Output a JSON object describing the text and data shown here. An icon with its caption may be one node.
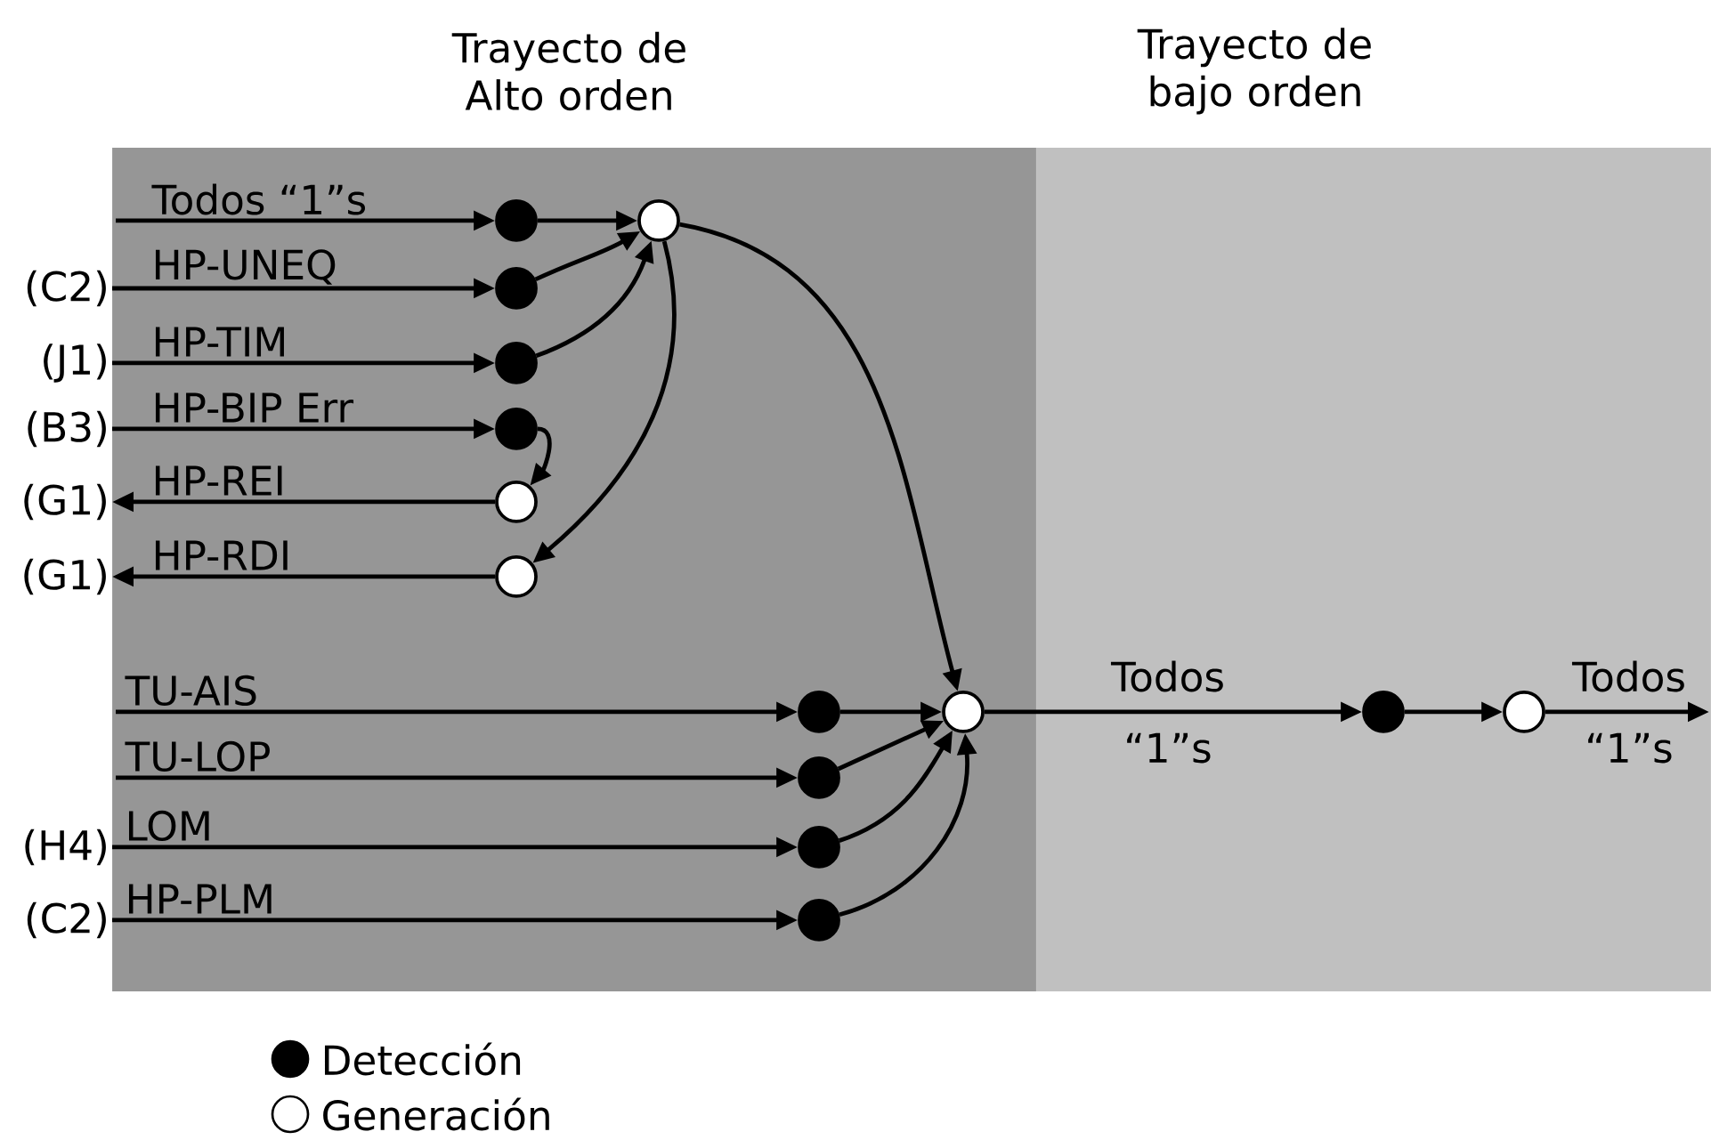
{
  "diagram": {
    "nodes": [
      {
        "text": [
          "Trayecto de Alto orden"
        ]
      },
      {
        "text": [
          "Trayecto de bajo orden"
        ]
      },
      {
        "text": [],
        "shape": "dot",
        "in": 0
      },
      {
        "text": [],
        "shape": "circle",
        "in": 0
      },
      {
        "text": [],
        "shape": "dot",
        "in": 0
      },
      {
        "text": [],
        "shape": "dot",
        "in": 0
      },
      {
        "text": [],
        "shape": "dot",
        "in": 0
      },
      {
        "text": [],
        "shape": "circle",
        "in": 0
      },
      {
        "text": [],
        "shape": "circle",
        "in": 0
      },
      {
        "text": [],
        "shape": "dot",
        "in": 0
      },
      {
        "text": [],
        "shape": "circle",
        "in": 0
      },
      {
        "text": [],
        "shape": "dot",
        "in": 0
      },
      {
        "text": [],
        "shape": "dot",
        "in": 0
      },
      {
        "text": [],
        "shape": "dot",
        "in": 0
      },
      {
        "text": [],
        "shape": "dot",
        "in": 1
      },
      {
        "text": [],
        "shape": "circle",
        "in": 1
      },
      {
        "text": [
          "(C2)"
        ]
      },
      {
        "text": [
          "(J1)"
        ]
      },
      {
        "text": [
          "(B3)"
        ]
      },
      {
        "text": [
          "(G1)"
        ]
      },
      {
        "text": [
          "(G1)"
        ]
      },
      {
        "text": [
          "(H4)"
        ]
      },
      {
        "text": [
          "(C2)"
        ]
      }
    ],
    "edges": [
      {
        "from": null,
        "to": 2,
        "arrow": "to",
        "label": "Todos “1”s"
      },
      {
        "from": 16,
        "to": 4,
        "arrow": "to",
        "label": "HP-UNEQ"
      },
      {
        "from": 17,
        "to": 5,
        "arrow": "to",
        "label": "HP-TIM"
      },
      {
        "from": 18,
        "to": 6,
        "arrow": "to",
        "label": "HP-BIP Err"
      },
      {
        "from": 7,
        "to": 19,
        "arrow": "to",
        "label": "HP-REI"
      },
      {
        "from": 8,
        "to": 20,
        "arrow": "to",
        "label": "HP-RDI"
      },
      {
        "from": 2,
        "to": 3,
        "arrow": "to"
      },
      {
        "from": 4,
        "to": 3,
        "arrow": "to"
      },
      {
        "from": 5,
        "to": 3,
        "arrow": "to"
      },
      {
        "from": 6,
        "to": 7,
        "arrow": "to"
      },
      {
        "from": 3,
        "to": 8,
        "arrow": "to"
      },
      {
        "from": 3,
        "to": 10,
        "arrow": "to"
      },
      {
        "from": null,
        "to": 9,
        "arrow": "to",
        "label": "TU-AIS"
      },
      {
        "from": null,
        "to": 11,
        "arrow": "to",
        "label": "TU-LOP"
      },
      {
        "from": 21,
        "to": 12,
        "arrow": "to",
        "label": "LOM"
      },
      {
        "from": 22,
        "to": 13,
        "arrow": "to",
        "label": "HP-PLM"
      },
      {
        "from": 9,
        "to": 10,
        "arrow": "to"
      },
      {
        "from": 11,
        "to": 10,
        "arrow": "to"
      },
      {
        "from": 12,
        "to": 10,
        "arrow": "to"
      },
      {
        "from": 13,
        "to": 10,
        "arrow": "to"
      },
      {
        "from": 10,
        "to": 14,
        "arrow": "to",
        "label": "Todos “1”s"
      },
      {
        "from": 14,
        "to": 15,
        "arrow": "to"
      },
      {
        "from": 15,
        "to": null,
        "arrow": "to",
        "label": "Todos “1”s"
      }
    ],
    "legend": [
      {
        "text": "Detección"
      },
      {
        "text": "Generación"
      }
    ]
  }
}
